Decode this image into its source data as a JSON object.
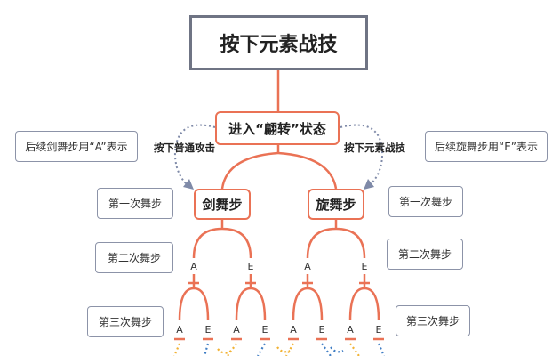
{
  "diagram": {
    "title": "按下元素战技",
    "main": "进入“翩转”状态",
    "left_edge_label": "按下普通攻击",
    "right_edge_label": "按下元素战技",
    "left_note": "后续剑舞步用“A”表示",
    "right_note": "后续旋舞步用“E”表示",
    "left_step": "剑舞步",
    "right_step": "旋舞步",
    "left_notes": [
      "第一次舞步",
      "第二次舞步",
      "第三次舞步"
    ],
    "right_notes": [
      "第一次舞步",
      "第二次舞步",
      "第三次舞步"
    ],
    "level2_leaves": [
      "A",
      "E",
      "A",
      "E"
    ],
    "level3_leaves": [
      "A",
      "E",
      "A",
      "E",
      "A",
      "E",
      "A",
      "E"
    ]
  },
  "colors": {
    "connector": "#ea7255",
    "box_border": "#6f7484",
    "note_border": "#8c93a8",
    "dashed_arrow": "#7f8aa8",
    "dots_orange": "#f2b233",
    "dots_blue": "#3f7dc4"
  }
}
